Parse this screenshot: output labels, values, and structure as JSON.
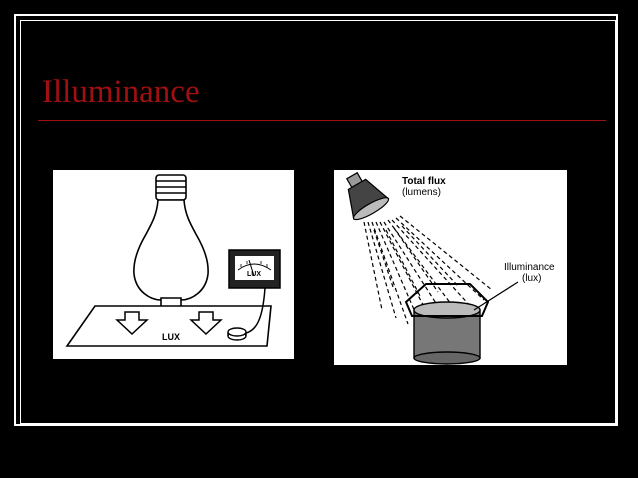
{
  "slide": {
    "title": "Illuminance"
  },
  "left_diagram": {
    "meter_label": "LUX",
    "surface_label": "LUX"
  },
  "right_diagram": {
    "source_label_line1": "Total flux",
    "source_label_line2": "(lumens)",
    "target_label_line1": "Illuminance",
    "target_label_line2": "(lux)"
  },
  "colors": {
    "background": "#000000",
    "title": "#a01010",
    "rule": "#a01010",
    "panel": "#ffffff"
  }
}
